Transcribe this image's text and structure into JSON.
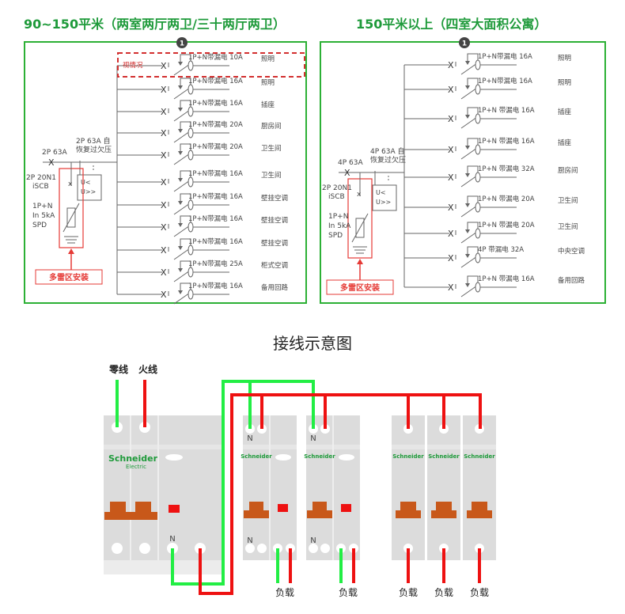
{
  "left": {
    "title": "90~150平米（两室两厅两卫/三十两厅两卫）",
    "marker": "1",
    "optional_label": "视情况",
    "main_breaker": "2P 63A",
    "protector": [
      "2P 63A 自",
      "恢复过欠压"
    ],
    "iscb": [
      "2P 20N1",
      "iSCB"
    ],
    "spd": [
      "1P+N",
      "In 5kA",
      "SPD"
    ],
    "relay": [
      "U<",
      "U>>"
    ],
    "install_note": "多雷区安装",
    "branches": [
      {
        "spec": "1P+N带漏电 10A",
        "use": "照明"
      },
      {
        "spec": "1P+N带漏电 16A",
        "use": "照明"
      },
      {
        "spec": "1P+N带漏电 16A",
        "use": "插座"
      },
      {
        "spec": "1P+N带漏电 20A",
        "use": "厨房间"
      },
      {
        "spec": "1P+N带漏电 20A",
        "use": "卫生间"
      },
      {
        "spec": "1P+N带漏电 16A",
        "use": "卫生间"
      },
      {
        "spec": "1P+N带漏电 16A",
        "use": "壁挂空调"
      },
      {
        "spec": "1P+N带漏电 16A",
        "use": "壁挂空调"
      },
      {
        "spec": "1P+N带漏电 16A",
        "use": "壁挂空调"
      },
      {
        "spec": "1P+N带漏电 25A",
        "use": "柜式空调"
      },
      {
        "spec": "1P+N带漏电 16A",
        "use": "备用回路"
      }
    ]
  },
  "right": {
    "title": "150平米以上（四室大面积公寓）",
    "marker": "1",
    "main_breaker": "4P 63A",
    "protector": [
      "4P 63A 自",
      "恢复过欠压"
    ],
    "iscb": [
      "2P 20N1",
      "iSCB"
    ],
    "spd": [
      "1P+N",
      "In 5kA",
      "SPD"
    ],
    "relay": [
      "U<",
      "U>>"
    ],
    "install_note": "多雷区安装",
    "branches": [
      {
        "spec": "1P+N带漏电 16A",
        "use": "照明"
      },
      {
        "spec": "1P+N带漏电 16A",
        "use": "照明"
      },
      {
        "spec": "1P+N 带漏电 16A",
        "use": "插座"
      },
      {
        "spec": "1P+N 带漏电 16A",
        "use": "插座"
      },
      {
        "spec": "1P+N 带漏电 32A",
        "use": "厨房间"
      },
      {
        "spec": "1P+N 带漏电 20A",
        "use": "卫生间"
      },
      {
        "spec": "1P+N 带漏电 20A",
        "use": "卫生间"
      },
      {
        "spec": "4P 带漏电 32A",
        "use": "中央空调"
      },
      {
        "spec": "1P+N 带漏电 16A",
        "use": "备用回路"
      }
    ]
  },
  "wiring": {
    "caption": "接线示意图",
    "neutral_label": "零线",
    "live_label": "火线",
    "brand": "Schneider",
    "brand_sub": "Electric",
    "n_mark": "N",
    "load_label": "负载",
    "colors": {
      "neutral": "#22ee44",
      "live": "#ee1111",
      "handle": "#c8581a",
      "body": "#dcdcdc",
      "brand": "#1e9a3a"
    }
  }
}
